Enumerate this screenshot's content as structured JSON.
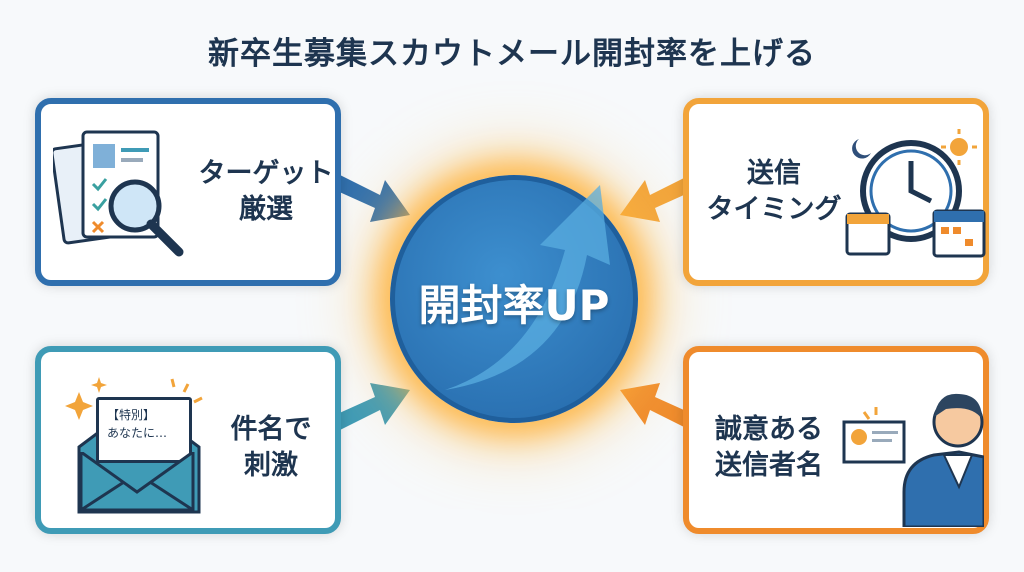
{
  "title": "新卒生募集スカウトメール開封率を上げる",
  "center": {
    "label": "開封率UP"
  },
  "cards": [
    {
      "line1": "ターゲット",
      "line2": "厳選",
      "color": "#2f6fae"
    },
    {
      "line1": "送信",
      "line2": "タイミング",
      "color": "#f2a43a"
    },
    {
      "line1": "件名で",
      "line2": "刺激",
      "color": "#3f9bb6",
      "letter_line1": "【特別】",
      "letter_line2": "あなたに…"
    },
    {
      "line1": "誠意ある",
      "line2": "送信者名",
      "color": "#ef8b2c"
    }
  ]
}
